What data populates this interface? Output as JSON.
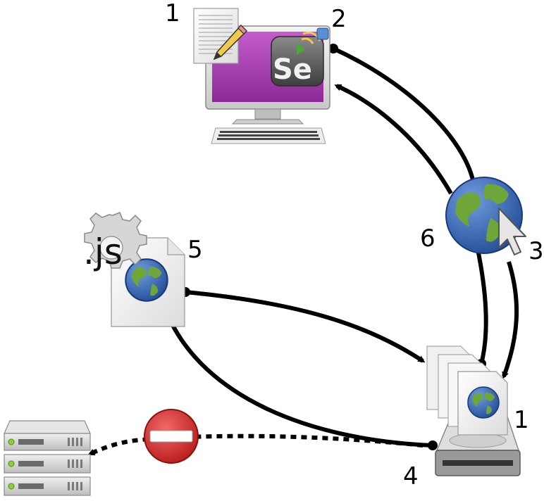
{
  "labels": {
    "computer_script": "1",
    "selenium": "2",
    "browser_globe": "3",
    "local_disk": "4",
    "js_file": "5",
    "return_to_selenium": "6",
    "local_files": "1"
  },
  "icons": {
    "script_document": "text-editor-icon",
    "selenium_logo": "selenium-ide-icon",
    "selenium_text": "Se",
    "computer": "desktop-computer-icon",
    "keyboard": "keyboard-icon",
    "globe_cursor": "web-browser-globe-cursor-icon",
    "js_gear": "javascript-gear-icon",
    "js_text": ".js",
    "web_document": "html-document-globe-icon",
    "local_pages": "stacked-html-documents-icon",
    "hard_drive": "hard-drive-icon",
    "blocked": "no-entry-icon",
    "servers": "server-rack-icon"
  },
  "colors": {
    "monitor_screen": "#9b2fa6",
    "globe_ocean": "#2f63b3",
    "globe_land": "#6fa63a",
    "no_entry_red": "#d42323",
    "server_led": "#8bd136",
    "connector": "#000000"
  }
}
